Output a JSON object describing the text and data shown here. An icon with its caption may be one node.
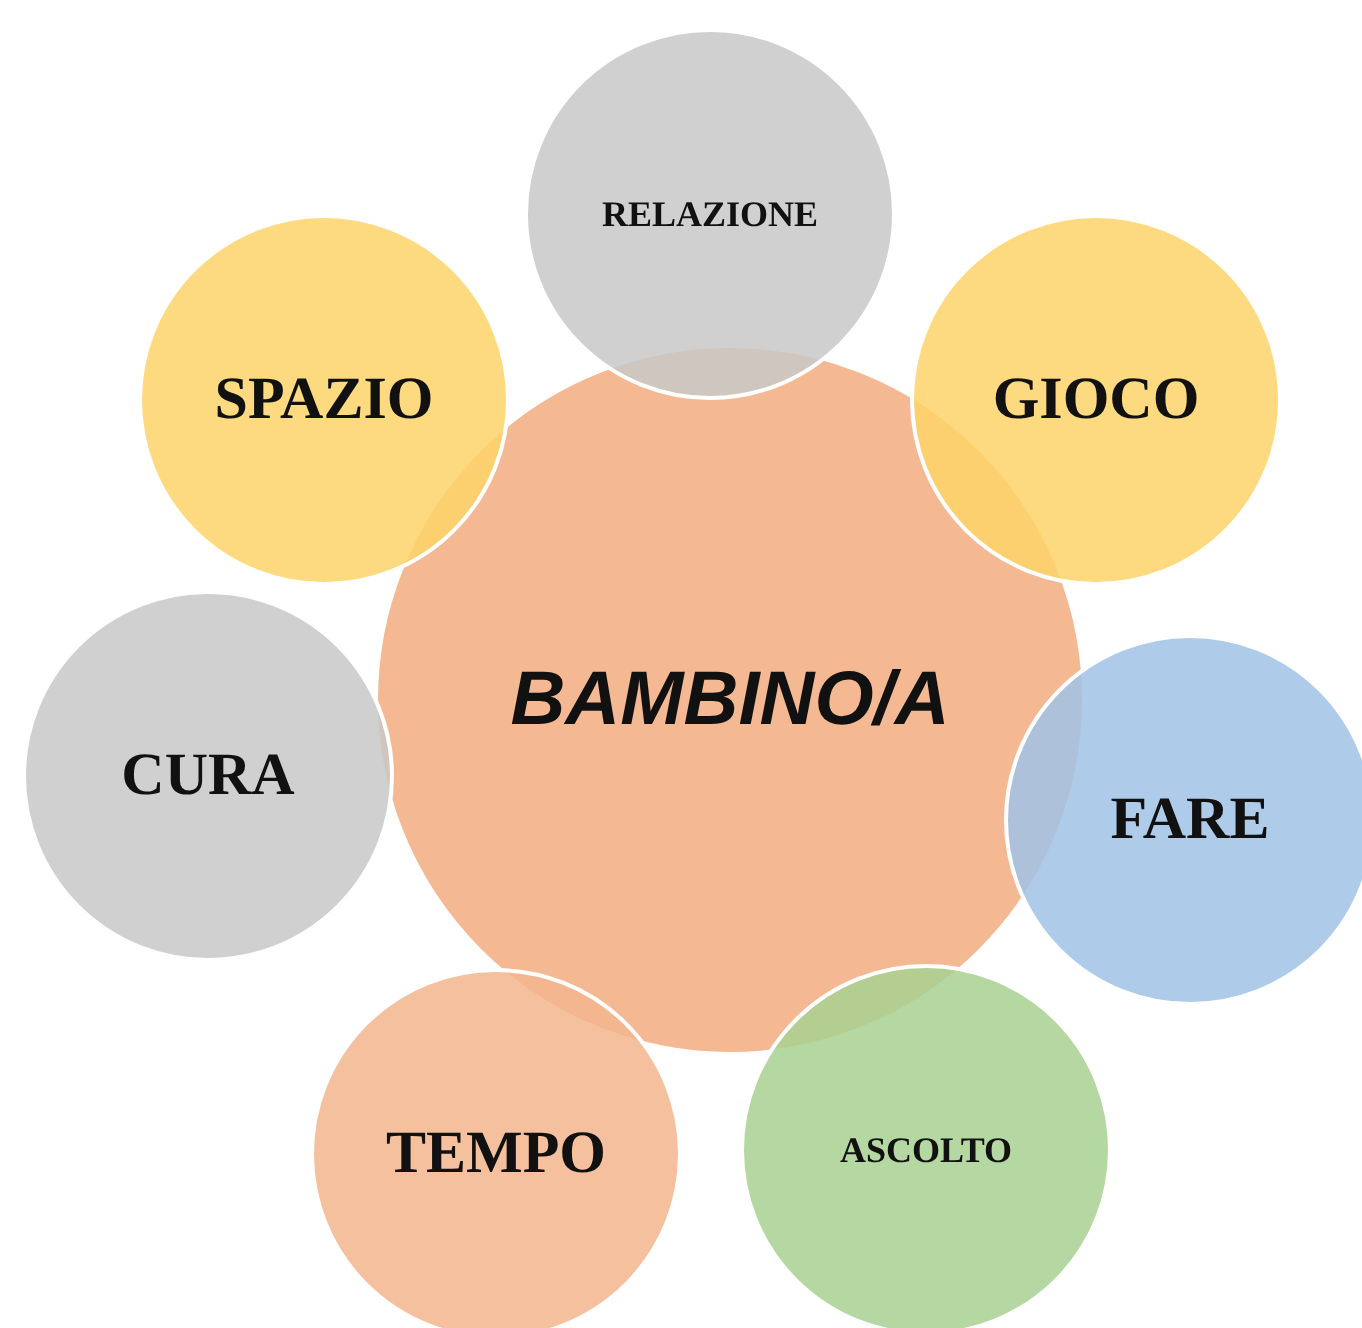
{
  "diagram": {
    "nodes": [
      {
        "text": [
          "RELAZIONE"
        ]
      },
      {
        "text": [
          "SPAZIO"
        ]
      },
      {
        "text": [
          "GIOCO"
        ]
      },
      {
        "text": [
          "BAMBINO/A"
        ]
      },
      {
        "text": [
          "CURA"
        ]
      },
      {
        "text": [
          "FARE"
        ]
      },
      {
        "text": [
          "TEMPO"
        ]
      },
      {
        "text": [
          "ASCOLTO"
        ]
      }
    ]
  }
}
